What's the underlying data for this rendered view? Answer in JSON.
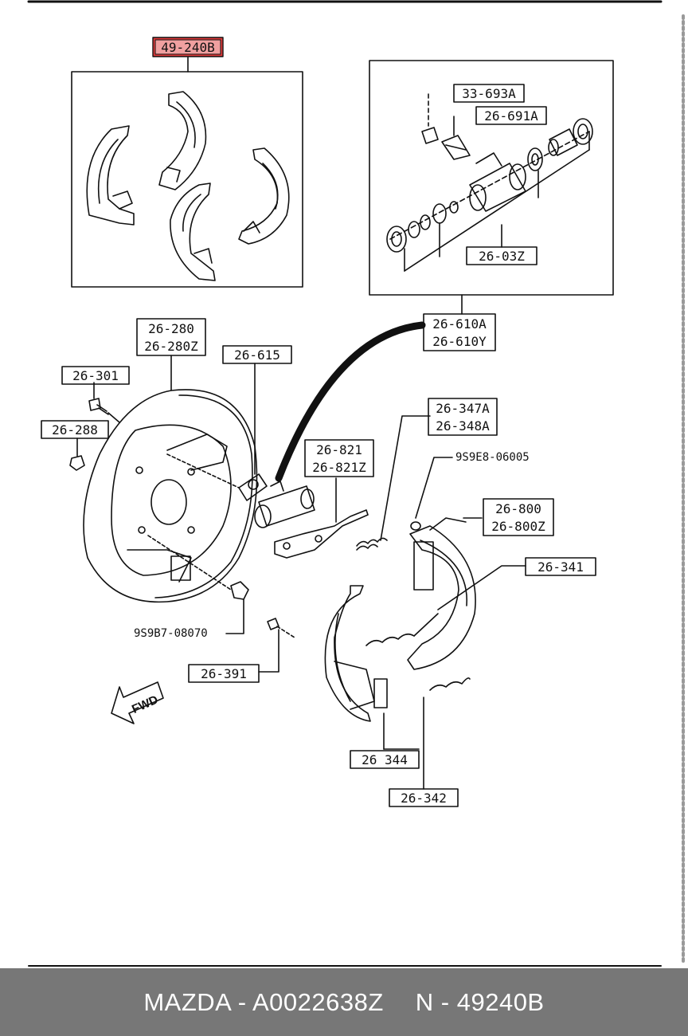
{
  "labels": {
    "kit": "49-240B",
    "p33_693A": "33-693A",
    "p26_691A": "26-691A",
    "p26_03Z": "26-03Z",
    "p26_610A": "26-610A",
    "p26_610Y": "26-610Y",
    "p26_280": "26-280",
    "p26_280Z": "26-280Z",
    "p26_615": "26-615",
    "p26_301": "26-301",
    "p26_288": "26-288",
    "p26_821": "26-821",
    "p26_821Z": "26-821Z",
    "p26_347A": "26-347A",
    "p26_348A": "26-348A",
    "p9S9E8": "9S9E8-06005",
    "p26_800": "26-800",
    "p26_800Z": "26-800Z",
    "p26_341": "26-341",
    "p9S9B7": "9S9B7-08070",
    "p26_391": "26-391",
    "p26_344": "26 344",
    "p26_342": "26-342",
    "fwd": "FWD"
  },
  "colors": {
    "highlight": "#e43a3a",
    "line": "#111111",
    "footer_bg": "#777777"
  },
  "footer": {
    "brand_part": "MAZDA - A0022638Z",
    "oem_part": "N - 49240B"
  }
}
